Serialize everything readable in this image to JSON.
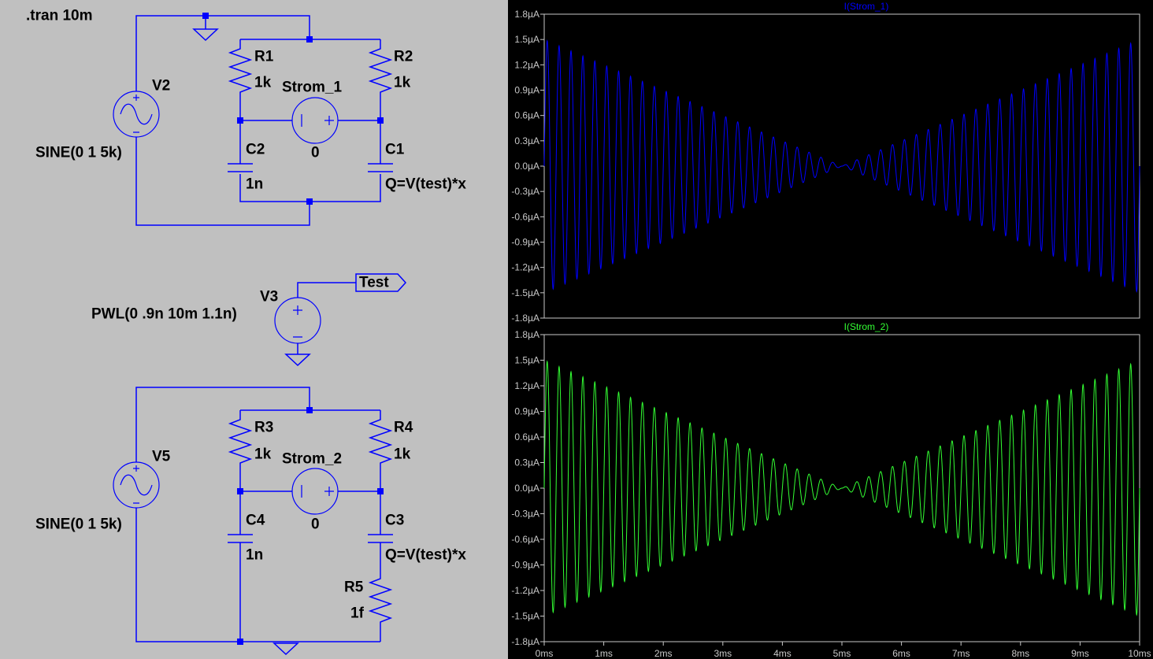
{
  "schematic": {
    "directive": ".tran 10m",
    "circuit1": {
      "V2": {
        "name": "V2",
        "value": "SINE(0 1 5k)"
      },
      "R1": {
        "name": "R1",
        "value": "1k"
      },
      "R2": {
        "name": "R2",
        "value": "1k"
      },
      "C2": {
        "name": "C2",
        "value": "1n"
      },
      "C1": {
        "name": "C1",
        "value": "Q=V(test)*x"
      },
      "I1": {
        "name": "Strom_1",
        "value": "0"
      }
    },
    "source": {
      "V3": {
        "name": "V3",
        "value": "PWL(0 .9n 10m 1.1n)"
      },
      "net_label": "Test"
    },
    "circuit2": {
      "V5": {
        "name": "V5",
        "value": "SINE(0 1 5k)"
      },
      "R3": {
        "name": "R3",
        "value": "1k"
      },
      "R4": {
        "name": "R4",
        "value": "1k"
      },
      "C4": {
        "name": "C4",
        "value": "1n"
      },
      "C3": {
        "name": "C3",
        "value": "Q=V(test)*x"
      },
      "R5": {
        "name": "R5",
        "value": "1f"
      },
      "I2": {
        "name": "Strom_2",
        "value": "0"
      }
    }
  },
  "colors": {
    "wire": "#0000ff",
    "trace1": "#0000ff",
    "trace2": "#33ff33",
    "axis": "#c8c8c8",
    "background": "#c0c0c0"
  },
  "chart_data": [
    {
      "type": "line",
      "title": "I(Strom_1)",
      "xlabel": "",
      "ylabel": "",
      "xlim": [
        0,
        10
      ],
      "ylim": [
        -1.8,
        1.8
      ],
      "xticks": [
        "0ms",
        "1ms",
        "2ms",
        "3ms",
        "4ms",
        "5ms",
        "6ms",
        "7ms",
        "8ms",
        "9ms",
        "10ms"
      ],
      "yticks": [
        "1.8µA",
        "1.5µA",
        "1.2µA",
        "0.9µA",
        "0.6µA",
        "0.3µA",
        "0.0µA",
        "-0.3µA",
        "-0.6µA",
        "-0.9µA",
        "-1.2µA",
        "-1.5µA",
        "-1.8µA"
      ],
      "series": [
        {
          "name": "I(Strom_1)",
          "frequency_hz": 5000,
          "amplitude_start_uA": 1.5,
          "amplitude_min_at_ms": 5,
          "amplitude_end_uA": 1.5,
          "color": "#0000ff"
        }
      ]
    },
    {
      "type": "line",
      "title": "I(Strom_2)",
      "xlabel": "",
      "ylabel": "",
      "xlim": [
        0,
        10
      ],
      "ylim": [
        -1.8,
        1.8
      ],
      "xticks": [
        "0ms",
        "1ms",
        "2ms",
        "3ms",
        "4ms",
        "5ms",
        "6ms",
        "7ms",
        "8ms",
        "9ms",
        "10ms"
      ],
      "yticks": [
        "1.8µA",
        "1.5µA",
        "1.2µA",
        "0.9µA",
        "0.6µA",
        "0.3µA",
        "0.0µA",
        "-0.3µA",
        "-0.6µA",
        "-0.9µA",
        "-1.2µA",
        "-1.5µA",
        "-1.8µA"
      ],
      "series": [
        {
          "name": "I(Strom_2)",
          "frequency_hz": 5000,
          "amplitude_start_uA": 1.5,
          "amplitude_min_at_ms": 5,
          "amplitude_end_uA": 1.5,
          "color": "#33ff33"
        }
      ]
    }
  ]
}
